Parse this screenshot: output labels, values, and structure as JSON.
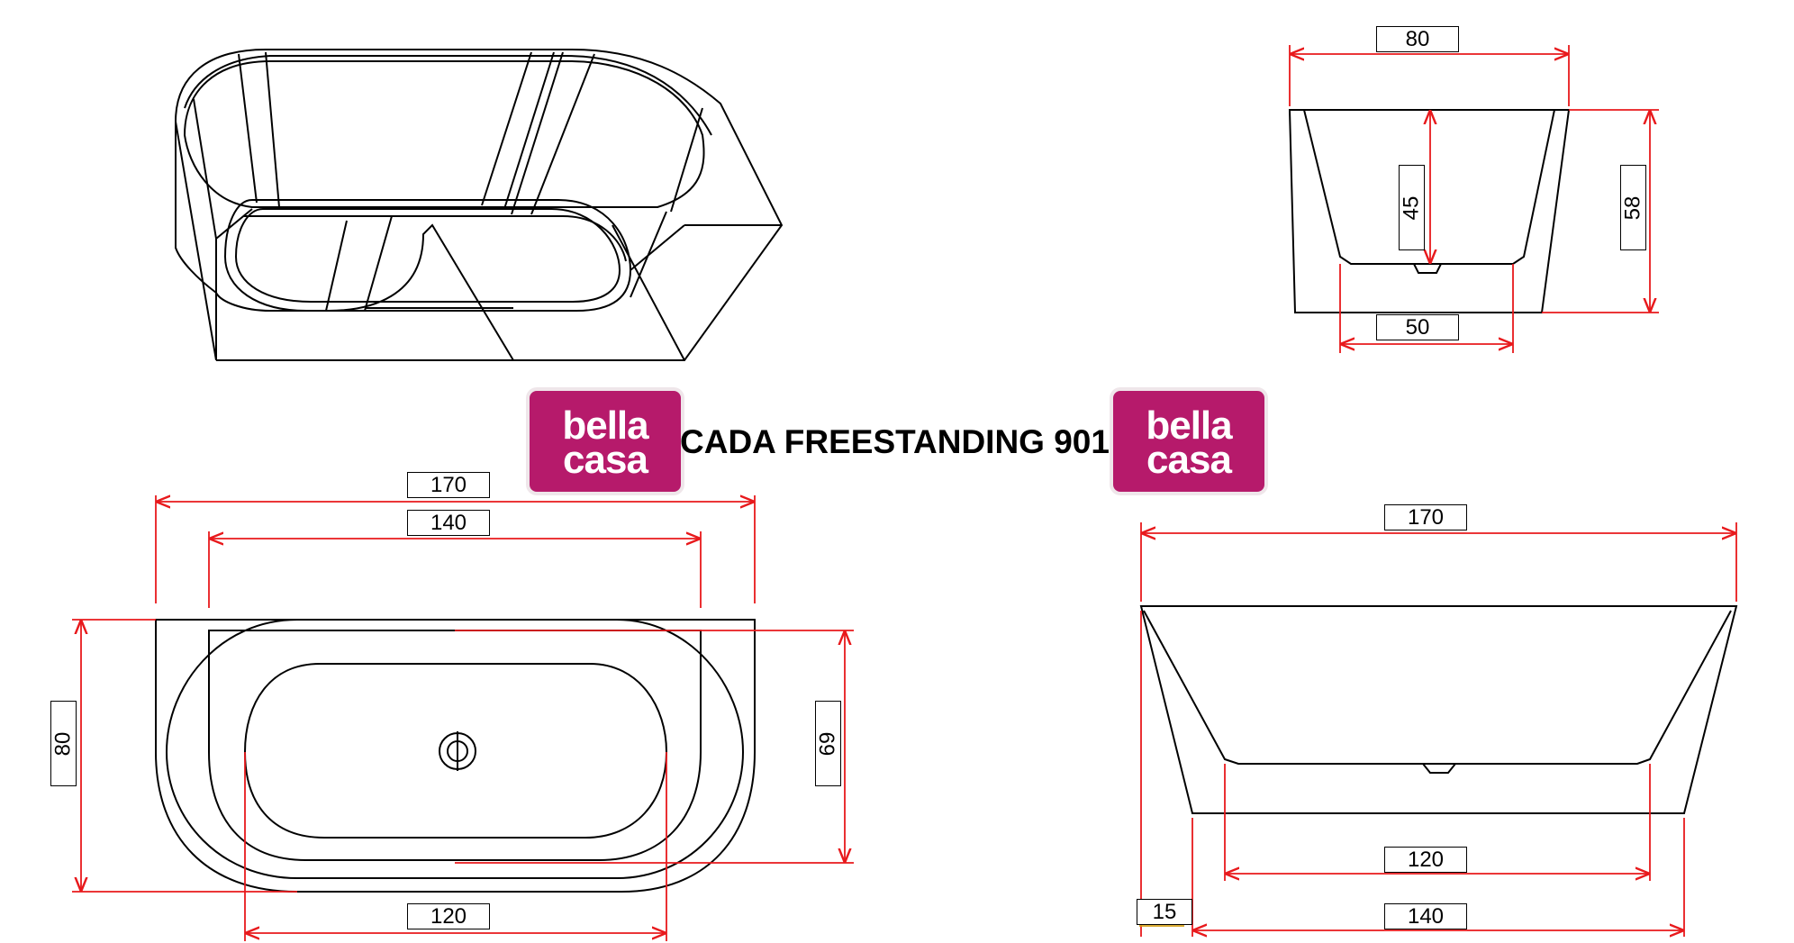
{
  "title": "CADA FREESTANDING 9019",
  "brand": {
    "line1": "bella",
    "line2": "casa",
    "color": "#b61a6b"
  },
  "colors": {
    "outline": "#000000",
    "dimension_line": "#e8191c"
  },
  "dimensions": {
    "end_view": {
      "top_width": "80",
      "inner_depth": "45",
      "total_height": "58",
      "bottom_width": "50"
    },
    "plan_view": {
      "total_length": "170",
      "inner_length": "140",
      "width": "80",
      "inner_width": "69",
      "bottom_length": "120"
    },
    "side_view": {
      "total_length": "170",
      "bottom_length": "120",
      "base_length": "140",
      "offset": "15"
    }
  }
}
